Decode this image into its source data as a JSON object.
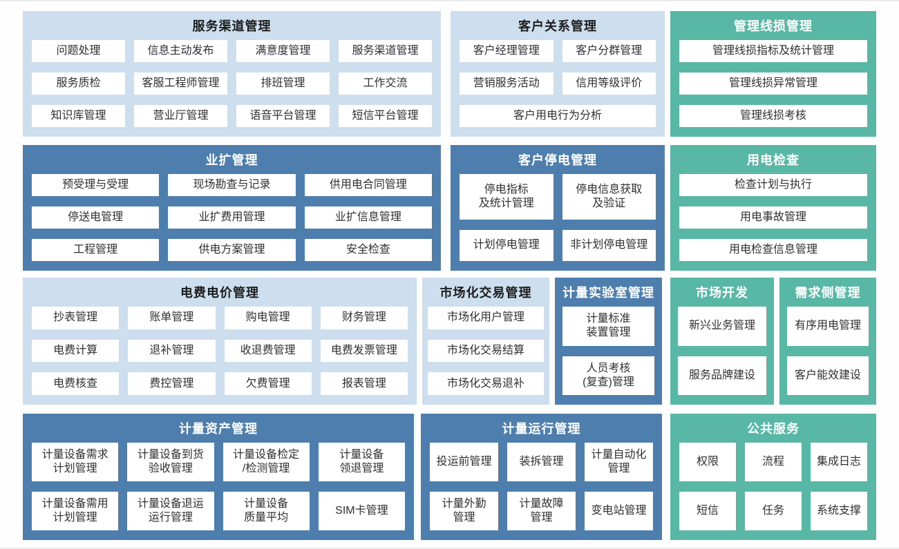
{
  "colors": {
    "light_blue": "#cddfee",
    "dark_blue": "#4d7ead",
    "teal": "#59b8a5",
    "item_bg": "#ffffff",
    "item_text": "#2f2f2f",
    "title_on_light": "#1c1c1c",
    "title_on_color": "#ffffff"
  },
  "blocks": [
    {
      "id": "service-channel",
      "title": "服务渠道管理",
      "theme": "light",
      "cols": 4,
      "items": [
        {
          "label": "问题处理"
        },
        {
          "label": "信息主动发布"
        },
        {
          "label": "满意度管理"
        },
        {
          "label": "服务渠道管理"
        },
        {
          "label": "服务质检"
        },
        {
          "label": "客服工程师管理"
        },
        {
          "label": "排班管理"
        },
        {
          "label": "工作交流"
        },
        {
          "label": "知识库管理"
        },
        {
          "label": "营业厅管理"
        },
        {
          "label": "语音平台管理"
        },
        {
          "label": "短信平台管理"
        }
      ]
    },
    {
      "id": "customer-relationship",
      "title": "客户关系管理",
      "theme": "light",
      "cols": 2,
      "items": [
        {
          "label": "客户经理管理"
        },
        {
          "label": "客户分群管理"
        },
        {
          "label": "营销服务活动"
        },
        {
          "label": "信用等级评价"
        },
        {
          "label": "客户用电行为分析",
          "span": 2
        }
      ]
    },
    {
      "id": "line-loss",
      "title": "管理线损管理",
      "theme": "teal",
      "cols": 1,
      "items": [
        {
          "label": "管理线损指标及统计管理"
        },
        {
          "label": "管理线损异常管理"
        },
        {
          "label": "管理线损考核"
        }
      ]
    },
    {
      "id": "business-expansion",
      "title": "业扩管理",
      "theme": "dark",
      "cols": 3,
      "items": [
        {
          "label": "预受理与受理"
        },
        {
          "label": "现场勘查与记录"
        },
        {
          "label": "供用电合同管理"
        },
        {
          "label": "停送电管理"
        },
        {
          "label": "业扩费用管理"
        },
        {
          "label": "业扩信息管理"
        },
        {
          "label": "工程管理"
        },
        {
          "label": "供电方案管理"
        },
        {
          "label": "安全检查"
        }
      ]
    },
    {
      "id": "customer-outage",
      "title": "客户停电管理",
      "theme": "dark",
      "cols": 2,
      "items": [
        {
          "label": "停电指标\n及统计管理"
        },
        {
          "label": "停电信息获取\n及验证"
        },
        {
          "label": "计划停电管理"
        },
        {
          "label": "非计划停电管理"
        }
      ]
    },
    {
      "id": "power-inspection",
      "title": "用电检查",
      "theme": "teal",
      "cols": 1,
      "items": [
        {
          "label": "检查计划与执行"
        },
        {
          "label": "用电事故管理"
        },
        {
          "label": "用电检查信息管理"
        }
      ]
    },
    {
      "id": "tariff",
      "title": "电费电价管理",
      "theme": "light",
      "cols": 4,
      "items": [
        {
          "label": "抄表管理"
        },
        {
          "label": "账单管理"
        },
        {
          "label": "购电管理"
        },
        {
          "label": "财务管理"
        },
        {
          "label": "电费计算"
        },
        {
          "label": "退补管理"
        },
        {
          "label": "收退费管理"
        },
        {
          "label": "电费发票管理"
        },
        {
          "label": "电费核查"
        },
        {
          "label": "费控管理"
        },
        {
          "label": "欠费管理"
        },
        {
          "label": "报表管理"
        }
      ]
    },
    {
      "id": "market-trading",
      "title": "市场化交易管理",
      "theme": "light",
      "cols": 1,
      "items": [
        {
          "label": "市场化用户管理"
        },
        {
          "label": "市场化交易结算"
        },
        {
          "label": "市场化交易退补"
        }
      ]
    },
    {
      "id": "metering-lab",
      "title": "计量实验室管理",
      "theme": "dark",
      "cols": 1,
      "items": [
        {
          "label": "计量标准\n装置管理"
        },
        {
          "label": "人员考核\n(复查)管理"
        }
      ]
    },
    {
      "id": "market-development",
      "title": "市场开发",
      "theme": "teal",
      "cols": 1,
      "items": [
        {
          "label": "新兴业务管理"
        },
        {
          "label": "服务品牌建设"
        }
      ]
    },
    {
      "id": "demand-side",
      "title": "需求侧管理",
      "theme": "teal",
      "cols": 1,
      "items": [
        {
          "label": "有序用电管理"
        },
        {
          "label": "客户能效建设"
        }
      ]
    },
    {
      "id": "metering-assets",
      "title": "计量资产管理",
      "theme": "dark",
      "cols": 4,
      "items": [
        {
          "label": "计量设备需求\n计划管理"
        },
        {
          "label": "计量设备到货\n验收管理"
        },
        {
          "label": "计量设备检定\n/检测管理"
        },
        {
          "label": "计量设备\n领退管理"
        },
        {
          "label": "计量设备需用\n计划管理"
        },
        {
          "label": "计量设备退运\n运行管理"
        },
        {
          "label": "计量设备\n质量平均"
        },
        {
          "label": "SIM卡管理"
        }
      ]
    },
    {
      "id": "metering-operation",
      "title": "计量运行管理",
      "theme": "dark",
      "cols": 3,
      "items": [
        {
          "label": "投运前管理"
        },
        {
          "label": "装拆管理"
        },
        {
          "label": "计量自动化\n管理"
        },
        {
          "label": "计量外勤\n管理"
        },
        {
          "label": "计量故障\n管理"
        },
        {
          "label": "变电站管理"
        }
      ]
    },
    {
      "id": "public-services",
      "title": "公共服务",
      "theme": "teal",
      "cols": 3,
      "items": [
        {
          "label": "权限"
        },
        {
          "label": "流程"
        },
        {
          "label": "集成日志"
        },
        {
          "label": "短信"
        },
        {
          "label": "任务"
        },
        {
          "label": "系统支撑"
        }
      ]
    }
  ]
}
